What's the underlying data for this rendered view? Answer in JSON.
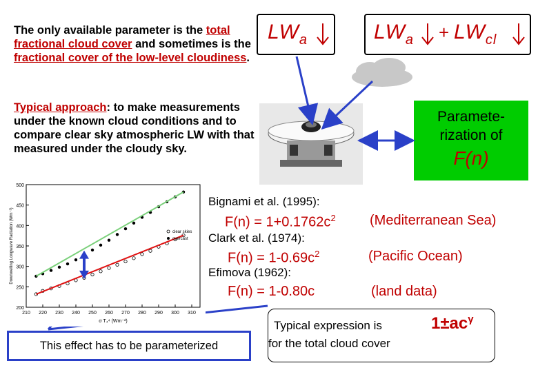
{
  "intro": {
    "p1_a": "The only available parameter is the",
    "p1_link1": "total fractional cloud cover",
    "p1_b": "and sometimes is the",
    "p1_link2": "fractional cover of the low-level cloudiness",
    "p1_end": "."
  },
  "typical": {
    "link": "Typical approach",
    "text": ": to make measurements under the known cloud conditions and to compare clear sky atmospheric LW with that measured under the cloudy sky."
  },
  "lw_box1": {
    "main": "LW",
    "sub": "a"
  },
  "lw_box2": {
    "main1": "LW",
    "sub1": "a",
    "plus": "+",
    "main2": "LW",
    "sub2": "cl"
  },
  "param_box": {
    "line1": "Paramete-",
    "line2": "rization of",
    "formula": "F(n)"
  },
  "refs": [
    {
      "author": "Bignami et al. (1995):",
      "formula": "F(n) = 1+0.1762c",
      "exp": "2",
      "region": "(Mediterranean Sea)"
    },
    {
      "author": "Clark et al. (1974):",
      "formula": "F(n) = 1-0.69c",
      "exp": "2",
      "region": "(Pacific Ocean)"
    },
    {
      "author": "Efimova (1962):",
      "formula": "F(n) = 1-0.80c",
      "exp": "",
      "region": "(land data)"
    }
  ],
  "expression_box": {
    "line1": "Typical expression is",
    "formula": "1±ac",
    "exponent": "γ",
    "line2": "for the total cloud cover"
  },
  "effect_box": {
    "text": "This effect has to be parameterized"
  },
  "chart_data": {
    "type": "scatter",
    "xlabel": "σ T₄⁴ (Wm⁻²)",
    "ylabel": "Downwelling Longwave Radiation (Wm⁻²)",
    "xticks": [
      "210",
      "220",
      "230",
      "240",
      "250",
      "260",
      "270",
      "280",
      "290",
      "300",
      "310"
    ],
    "yticks": [
      "200",
      "250",
      "300",
      "350",
      "400",
      "450",
      "500"
    ],
    "xlim": [
      210,
      315
    ],
    "ylim": [
      200,
      500
    ],
    "legend": [
      "clear skies",
      "overcast"
    ],
    "series": [
      {
        "name": "clear skies",
        "points": [
          [
            216,
            232
          ],
          [
            220,
            240
          ],
          [
            225,
            246
          ],
          [
            230,
            252
          ],
          [
            235,
            258
          ],
          [
            240,
            266
          ],
          [
            245,
            272
          ],
          [
            250,
            280
          ],
          [
            255,
            288
          ],
          [
            260,
            296
          ],
          [
            265,
            304
          ],
          [
            270,
            312
          ],
          [
            275,
            320
          ],
          [
            280,
            330
          ],
          [
            285,
            338
          ],
          [
            290,
            348
          ],
          [
            295,
            356
          ],
          [
            300,
            366
          ],
          [
            305,
            376
          ]
        ]
      },
      {
        "name": "overcast",
        "points": [
          [
            216,
            276
          ],
          [
            220,
            282
          ],
          [
            225,
            290
          ],
          [
            230,
            298
          ],
          [
            235,
            306
          ],
          [
            240,
            316
          ],
          [
            245,
            326
          ],
          [
            250,
            340
          ],
          [
            255,
            352
          ],
          [
            260,
            364
          ],
          [
            265,
            378
          ],
          [
            270,
            392
          ],
          [
            275,
            406
          ],
          [
            280,
            420
          ],
          [
            285,
            432
          ],
          [
            290,
            446
          ],
          [
            295,
            458
          ],
          [
            300,
            470
          ],
          [
            305,
            482
          ]
        ]
      }
    ]
  }
}
